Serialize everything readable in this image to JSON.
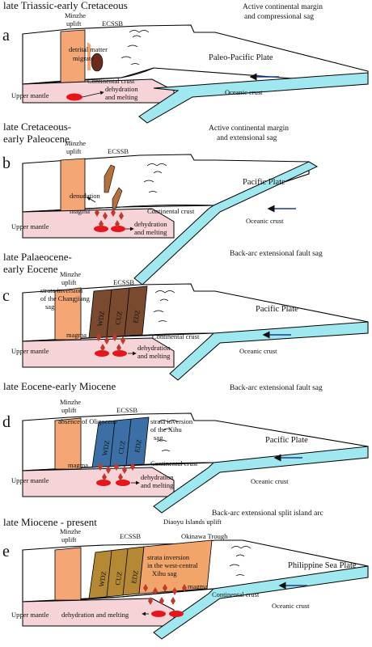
{
  "colors": {
    "uplift": "#f4a774",
    "mantle": "#f6d3d6",
    "slab": "#9fe8ef",
    "melt": "#e8141c",
    "basin_a": "#6b2a1a",
    "basin_b": "#b5703e",
    "basin_c": "#7a4a2e",
    "basin_d": "#3c6fa6",
    "basin_e": "#b58833",
    "trough_e": "#f2a56a"
  },
  "panels": [
    {
      "letter": "a",
      "title": "late Triassic-early Cretaceous",
      "setting": [
        "Active continental margin",
        "and compressional sag"
      ],
      "uplift_label": [
        "Minzhe",
        "uplift"
      ],
      "basin_label": "ECSSB",
      "plate": "Paleo-Pacific Plate",
      "continental_crust": "Continental crust",
      "oceanic_crust": "Oceanic crust",
      "upper_mantle": "Upper mantle",
      "melt_label": [
        "dehydration",
        "and melting"
      ],
      "notes": [
        "detrital matter",
        "migrate"
      ]
    },
    {
      "letter": "b",
      "title": [
        "late Cretaceous-",
        "early Paleocene"
      ],
      "setting": [
        "Active continental margin",
        "and extensional sag"
      ],
      "uplift_label": [
        "Minzhe",
        "uplift"
      ],
      "basin_label": "ECSSB",
      "plate": "Pacific Plate",
      "continental_crust": "Continental crust",
      "oceanic_crust": "Oceanic crust",
      "upper_mantle": "Upper mantle",
      "melt_label": [
        "dehydration",
        "and melting"
      ],
      "notes": [
        "denudation",
        "magma"
      ]
    },
    {
      "letter": "c",
      "title": [
        "late Palaeocene-",
        "early Eocene"
      ],
      "setting": [
        "Back-arc extensional fault sag"
      ],
      "uplift_label": [
        "Minzhe",
        "uplift"
      ],
      "basin_label": "ECSSB",
      "plate": "Pacific Plate",
      "continental_crust": "Continental crust",
      "oceanic_crust": "Oceanic crust",
      "upper_mantle": "Upper mantle",
      "melt_label": [
        "dehydration",
        "and melting"
      ],
      "notes": [
        "strata inversion",
        "of the Changjiang",
        "sag",
        "magma"
      ],
      "zones": [
        "WDZ",
        "CUZ",
        "EDZ"
      ]
    },
    {
      "letter": "d",
      "title": "late Eocene-early Miocene",
      "setting": [
        "Back-arc extensional fault sag"
      ],
      "uplift_label": [
        "Minzhe",
        "uplift"
      ],
      "basin_label": "ECSSB",
      "plate": "Pacific Plate",
      "continental_crust": "Continental crust",
      "oceanic_crust": "Oceanic crust",
      "upper_mantle": "Upper mantle",
      "melt_label": [
        "dehydration",
        "and melting"
      ],
      "notes": [
        "absence of Oligocene",
        "strata inversion",
        "of the Xihu",
        "sag",
        "magma"
      ],
      "zones": [
        "WDZ",
        "CUZ",
        "EDZ"
      ]
    },
    {
      "letter": "e",
      "title": "late Miocene - present",
      "setting": [
        "Back-arc extensional split island arc"
      ],
      "uplift_label": [
        "Minzhe",
        "uplift"
      ],
      "basin_label": "ECSSB",
      "plate": "Philippine Sea Plate",
      "continental_crust": "Continental crust",
      "oceanic_crust": "Oceanic crust",
      "upper_mantle": "Upper mantle",
      "melt_label": [
        "dehydration and melting"
      ],
      "notes": [
        "Diaoyu Islands uplift",
        "Okinawa Trough",
        "strata inversion",
        "in the west-central",
        "Xihu sag",
        "magma"
      ],
      "zones": [
        "WDZ",
        "CUZ",
        "EDZ"
      ]
    }
  ]
}
